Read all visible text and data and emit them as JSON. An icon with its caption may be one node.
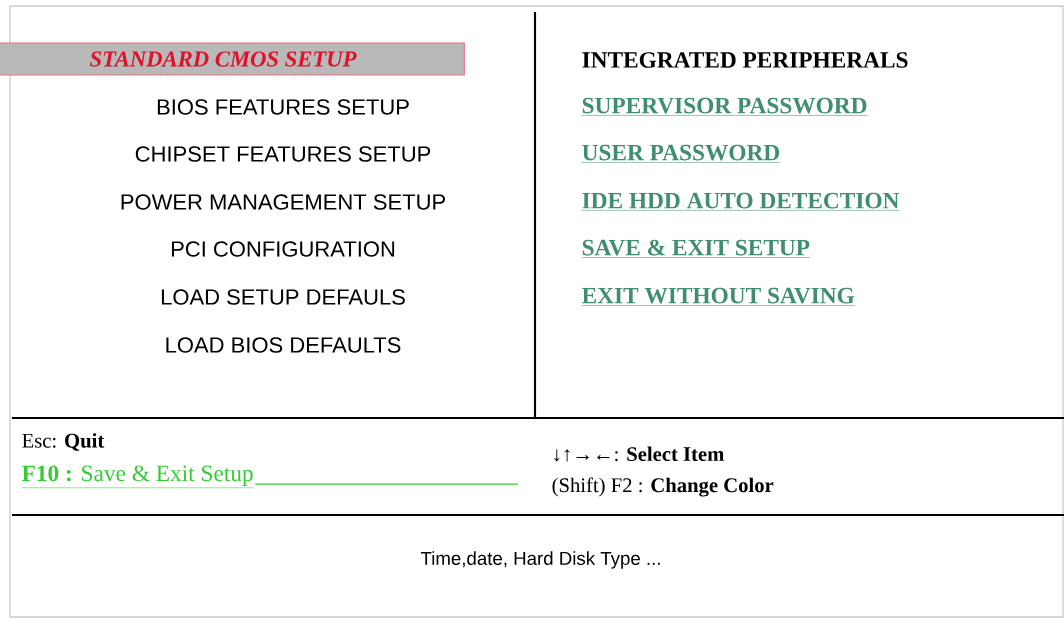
{
  "diagram": {
    "nodes": [
      {
        "text": [
          "STANDARD CMOS  SETUP"
        ]
      }
    ],
    "labels": [
      "BIOS  FEATURES  SETUP",
      "CHIPSET FEATURES  SETUP",
      "POWER MANAGEMENT SETUP",
      "PCI CONFIGURATION",
      "LOAD SETUP DEFAULS",
      "LOAD BIOS DEFAULTS",
      "INTEGRATED PERIPHERALS",
      "SUPERVISOR PASSWORD",
      "USER PASSWORD",
      "IDE HDD AUTO DETECTION",
      "SAVE & EXIT SETUP",
      "EXIT WITHOUT SAVING",
      "Esc: **Quit**",
      "**F10 :** Save & Exit Setup",
      "↓↑→←: **Select Item**",
      "(Shift) F2 : **Change Color**",
      "Time,date, Hard Disk Type ..."
    ]
  }
}
